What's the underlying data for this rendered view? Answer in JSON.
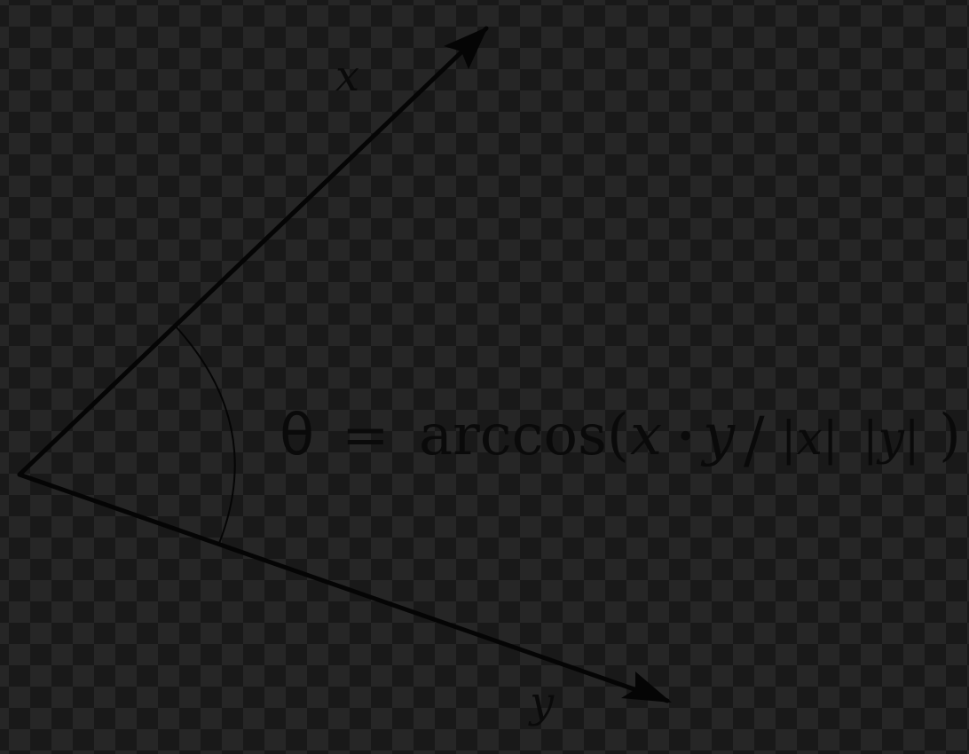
{
  "diagram": {
    "vector_x_label": "x",
    "vector_y_label": "y",
    "formula": {
      "theta": "θ",
      "equals": "=",
      "func": "arccos(",
      "x": "x",
      "dot": "•",
      "y": "y",
      "slash": "/",
      "abs_x": "|x|",
      "abs_y": "|y|",
      "close": ")"
    }
  },
  "colors": {
    "stroke": "#050505",
    "background_light": "#262626",
    "background_dark": "#191919"
  }
}
